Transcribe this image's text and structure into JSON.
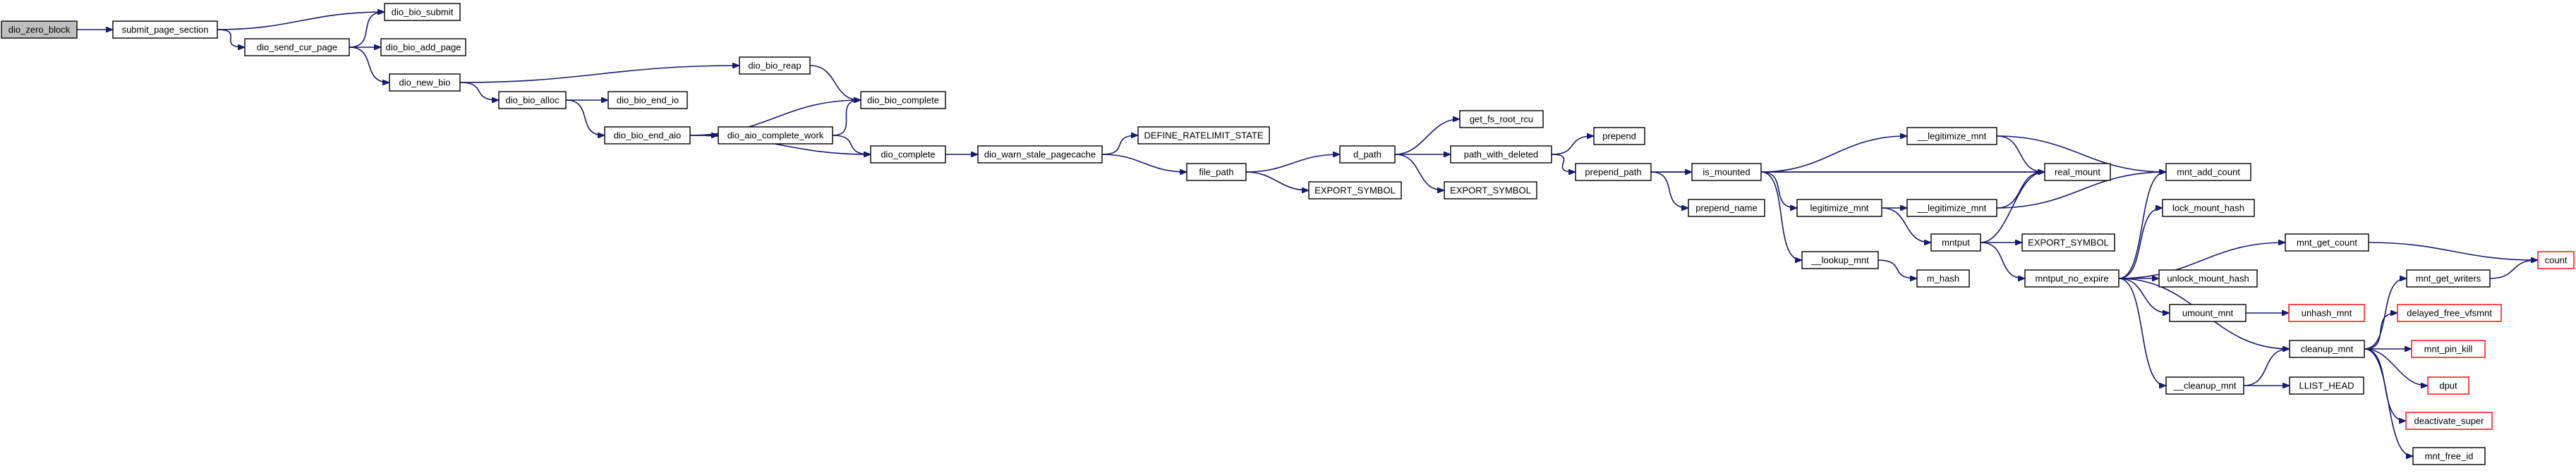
{
  "graph": {
    "colors": {
      "edge": "#191970",
      "root_fill": "#bfbfbf",
      "node_fill": "#ffffff",
      "node_border": "#000000",
      "truncated_border": "#ff0000"
    },
    "nodes": [
      {
        "id": "dio_zero_block",
        "label": "dio_zero_block",
        "root": true
      },
      {
        "id": "submit_page_section",
        "label": "submit_page_section"
      },
      {
        "id": "dio_bio_submit",
        "label": "dio_bio_submit"
      },
      {
        "id": "dio_send_cur_page",
        "label": "dio_send_cur_page"
      },
      {
        "id": "dio_bio_add_page",
        "label": "dio_bio_add_page"
      },
      {
        "id": "dio_new_bio",
        "label": "dio_new_bio"
      },
      {
        "id": "dio_bio_reap",
        "label": "dio_bio_reap"
      },
      {
        "id": "dio_bio_alloc",
        "label": "dio_bio_alloc"
      },
      {
        "id": "dio_bio_end_io",
        "label": "dio_bio_end_io"
      },
      {
        "id": "dio_bio_complete",
        "label": "dio_bio_complete"
      },
      {
        "id": "dio_bio_end_aio",
        "label": "dio_bio_end_aio"
      },
      {
        "id": "dio_aio_complete_work",
        "label": "dio_aio_complete_work"
      },
      {
        "id": "dio_complete",
        "label": "dio_complete"
      },
      {
        "id": "dio_warn_stale_pagecache",
        "label": "dio_warn_stale_pagecache"
      },
      {
        "id": "DEFINE_RATELIMIT_STATE",
        "label": "DEFINE_RATELIMIT_STATE"
      },
      {
        "id": "file_path",
        "label": "file_path"
      },
      {
        "id": "EXPORT_SYMBOL_1",
        "label": "EXPORT_SYMBOL"
      },
      {
        "id": "d_path",
        "label": "d_path"
      },
      {
        "id": "get_fs_root_rcu",
        "label": "get_fs_root_rcu"
      },
      {
        "id": "path_with_deleted",
        "label": "path_with_deleted"
      },
      {
        "id": "EXPORT_SYMBOL_2",
        "label": "EXPORT_SYMBOL"
      },
      {
        "id": "prepend",
        "label": "prepend"
      },
      {
        "id": "prepend_path",
        "label": "prepend_path"
      },
      {
        "id": "is_mounted",
        "label": "is_mounted"
      },
      {
        "id": "prepend_name",
        "label": "prepend_name"
      },
      {
        "id": "__legitimize_mnt_a",
        "label": "__legitimize_mnt"
      },
      {
        "id": "real_mount",
        "label": "real_mount"
      },
      {
        "id": "legitimize_mnt",
        "label": "legitimize_mnt"
      },
      {
        "id": "__legitimize_mnt_b",
        "label": "__legitimize_mnt"
      },
      {
        "id": "mntput",
        "label": "mntput"
      },
      {
        "id": "EXPORT_SYMBOL_3",
        "label": "EXPORT_SYMBOL"
      },
      {
        "id": "__lookup_mnt",
        "label": "__lookup_mnt"
      },
      {
        "id": "m_hash",
        "label": "m_hash"
      },
      {
        "id": "mntput_no_expire",
        "label": "mntput_no_expire"
      },
      {
        "id": "mnt_add_count",
        "label": "mnt_add_count"
      },
      {
        "id": "lock_mount_hash",
        "label": "lock_mount_hash"
      },
      {
        "id": "mnt_get_count",
        "label": "mnt_get_count"
      },
      {
        "id": "unlock_mount_hash",
        "label": "unlock_mount_hash"
      },
      {
        "id": "umount_mnt",
        "label": "umount_mnt"
      },
      {
        "id": "unhash_mnt",
        "label": "unhash_mnt",
        "truncated": true
      },
      {
        "id": "cleanup_mnt",
        "label": "cleanup_mnt"
      },
      {
        "id": "__cleanup_mnt",
        "label": "__cleanup_mnt"
      },
      {
        "id": "LLIST_HEAD",
        "label": "LLIST_HEAD"
      },
      {
        "id": "count",
        "label": "count",
        "truncated": true
      },
      {
        "id": "mnt_get_writers",
        "label": "mnt_get_writers"
      },
      {
        "id": "delayed_free_vfsmnt",
        "label": "delayed_free_vfsmnt",
        "truncated": true
      },
      {
        "id": "mnt_pin_kill",
        "label": "mnt_pin_kill",
        "truncated": true
      },
      {
        "id": "dput",
        "label": "dput",
        "truncated": true
      },
      {
        "id": "deactivate_super",
        "label": "deactivate_super",
        "truncated": true
      },
      {
        "id": "mnt_free_id",
        "label": "mnt_free_id"
      }
    ],
    "edges": [
      [
        "dio_zero_block",
        "submit_page_section"
      ],
      [
        "submit_page_section",
        "dio_bio_submit"
      ],
      [
        "submit_page_section",
        "dio_send_cur_page"
      ],
      [
        "dio_send_cur_page",
        "dio_bio_submit"
      ],
      [
        "dio_send_cur_page",
        "dio_bio_add_page"
      ],
      [
        "dio_send_cur_page",
        "dio_new_bio"
      ],
      [
        "dio_new_bio",
        "dio_bio_reap"
      ],
      [
        "dio_new_bio",
        "dio_bio_alloc"
      ],
      [
        "dio_bio_reap",
        "dio_bio_complete"
      ],
      [
        "dio_bio_alloc",
        "dio_bio_end_io"
      ],
      [
        "dio_bio_alloc",
        "dio_bio_end_aio"
      ],
      [
        "dio_bio_end_aio",
        "dio_bio_complete"
      ],
      [
        "dio_bio_end_aio",
        "dio_aio_complete_work"
      ],
      [
        "dio_bio_end_aio",
        "dio_complete"
      ],
      [
        "dio_aio_complete_work",
        "dio_bio_complete"
      ],
      [
        "dio_aio_complete_work",
        "dio_complete"
      ],
      [
        "dio_complete",
        "dio_warn_stale_pagecache"
      ],
      [
        "dio_warn_stale_pagecache",
        "DEFINE_RATELIMIT_STATE"
      ],
      [
        "dio_warn_stale_pagecache",
        "file_path"
      ],
      [
        "file_path",
        "d_path"
      ],
      [
        "file_path",
        "EXPORT_SYMBOL_1"
      ],
      [
        "d_path",
        "get_fs_root_rcu"
      ],
      [
        "d_path",
        "path_with_deleted"
      ],
      [
        "d_path",
        "EXPORT_SYMBOL_2"
      ],
      [
        "path_with_deleted",
        "prepend"
      ],
      [
        "path_with_deleted",
        "prepend_path"
      ],
      [
        "prepend_path",
        "real_mount"
      ],
      [
        "prepend_path",
        "is_mounted"
      ],
      [
        "prepend_path",
        "prepend_name"
      ],
      [
        "is_mounted",
        "__legitimize_mnt_a"
      ],
      [
        "is_mounted",
        "real_mount"
      ],
      [
        "is_mounted",
        "legitimize_mnt"
      ],
      [
        "is_mounted",
        "__lookup_mnt"
      ],
      [
        "__legitimize_mnt_a",
        "mnt_add_count"
      ],
      [
        "__legitimize_mnt_a",
        "real_mount"
      ],
      [
        "legitimize_mnt",
        "__legitimize_mnt_b"
      ],
      [
        "legitimize_mnt",
        "mntput"
      ],
      [
        "__legitimize_mnt_b",
        "mnt_add_count"
      ],
      [
        "__legitimize_mnt_b",
        "real_mount"
      ],
      [
        "mntput",
        "real_mount"
      ],
      [
        "mntput",
        "EXPORT_SYMBOL_3"
      ],
      [
        "mntput",
        "mntput_no_expire"
      ],
      [
        "__lookup_mnt",
        "m_hash"
      ],
      [
        "mntput_no_expire",
        "mnt_add_count"
      ],
      [
        "mntput_no_expire",
        "lock_mount_hash"
      ],
      [
        "mntput_no_expire",
        "mnt_get_count"
      ],
      [
        "mntput_no_expire",
        "unlock_mount_hash"
      ],
      [
        "mntput_no_expire",
        "umount_mnt"
      ],
      [
        "mntput_no_expire",
        "cleanup_mnt"
      ],
      [
        "mntput_no_expire",
        "__cleanup_mnt"
      ],
      [
        "umount_mnt",
        "unhash_mnt"
      ],
      [
        "mnt_get_count",
        "count"
      ],
      [
        "__cleanup_mnt",
        "cleanup_mnt"
      ],
      [
        "__cleanup_mnt",
        "LLIST_HEAD"
      ],
      [
        "cleanup_mnt",
        "mnt_get_writers"
      ],
      [
        "cleanup_mnt",
        "delayed_free_vfsmnt"
      ],
      [
        "cleanup_mnt",
        "mnt_pin_kill"
      ],
      [
        "cleanup_mnt",
        "dput"
      ],
      [
        "cleanup_mnt",
        "deactivate_super"
      ],
      [
        "cleanup_mnt",
        "mnt_free_id"
      ],
      [
        "mnt_get_writers",
        "count"
      ]
    ]
  }
}
